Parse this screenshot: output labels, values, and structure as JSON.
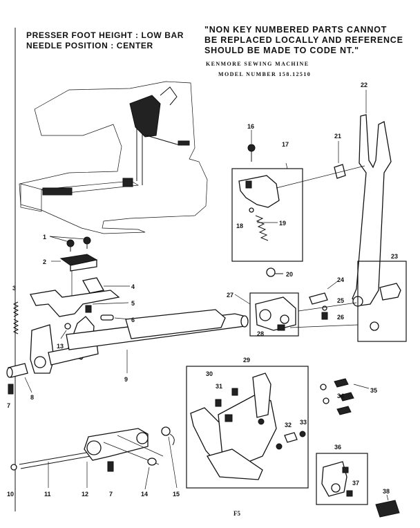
{
  "header": {
    "left_line1": "PRESSER FOOT HEIGHT : LOW BAR",
    "left_line2": "NEEDLE POSITION : CENTER",
    "right_line1": "\"NON KEY NUMBERED PARTS CANNOT",
    "right_line2": "BE REPLACED LOCALLY AND REFERENCE",
    "right_line3": "SHOULD BE MADE TO CODE NT.\"",
    "machine_line": "KENMORE SEWING MACHINE",
    "model_line": "MODEL NUMBER 158.12510"
  },
  "callouts": [
    "1",
    "2",
    "3",
    "4",
    "5",
    "6",
    "7",
    "8",
    "9",
    "10",
    "11",
    "12",
    "7",
    "14",
    "15",
    "16",
    "17",
    "18",
    "19",
    "20",
    "21",
    "22",
    "23",
    "24",
    "25",
    "26",
    "27",
    "28",
    "29",
    "30",
    "31",
    "32",
    "33",
    "34",
    "35",
    "36",
    "37",
    "38",
    "13"
  ],
  "footer": {
    "page_code": "F5"
  }
}
